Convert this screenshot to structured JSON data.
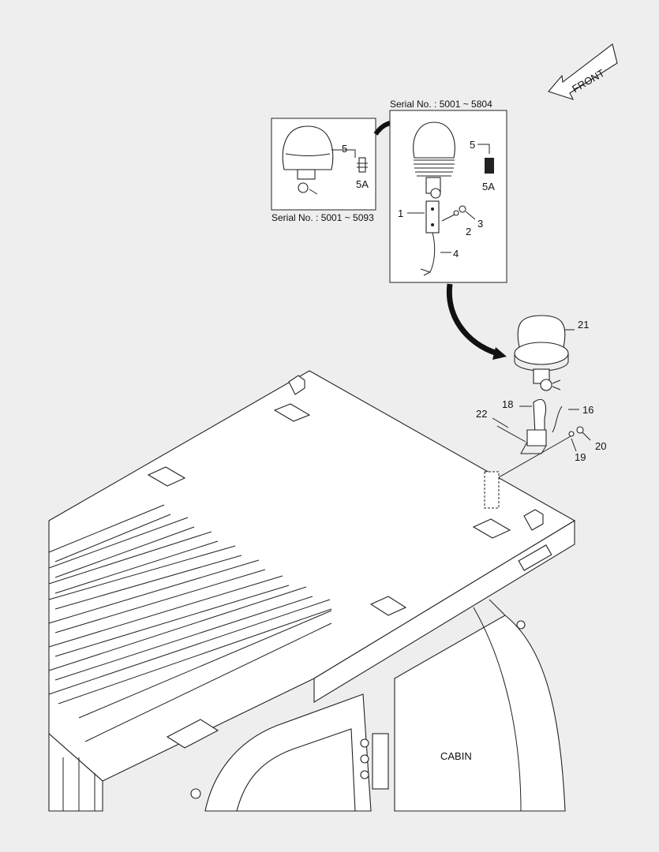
{
  "front_label": "FRONT",
  "inset_large": {
    "serial": "Serial No. : 5001 ~ 5804",
    "callouts": [
      "1",
      "2",
      "3",
      "4",
      "5",
      "5A"
    ]
  },
  "inset_small": {
    "serial": "Serial No. : 5001 ~ 5093",
    "callouts": [
      "5",
      "5A"
    ]
  },
  "main_callouts": [
    "21",
    "18",
    "16",
    "22",
    "20",
    "19"
  ],
  "cabin_label": "CABIN"
}
